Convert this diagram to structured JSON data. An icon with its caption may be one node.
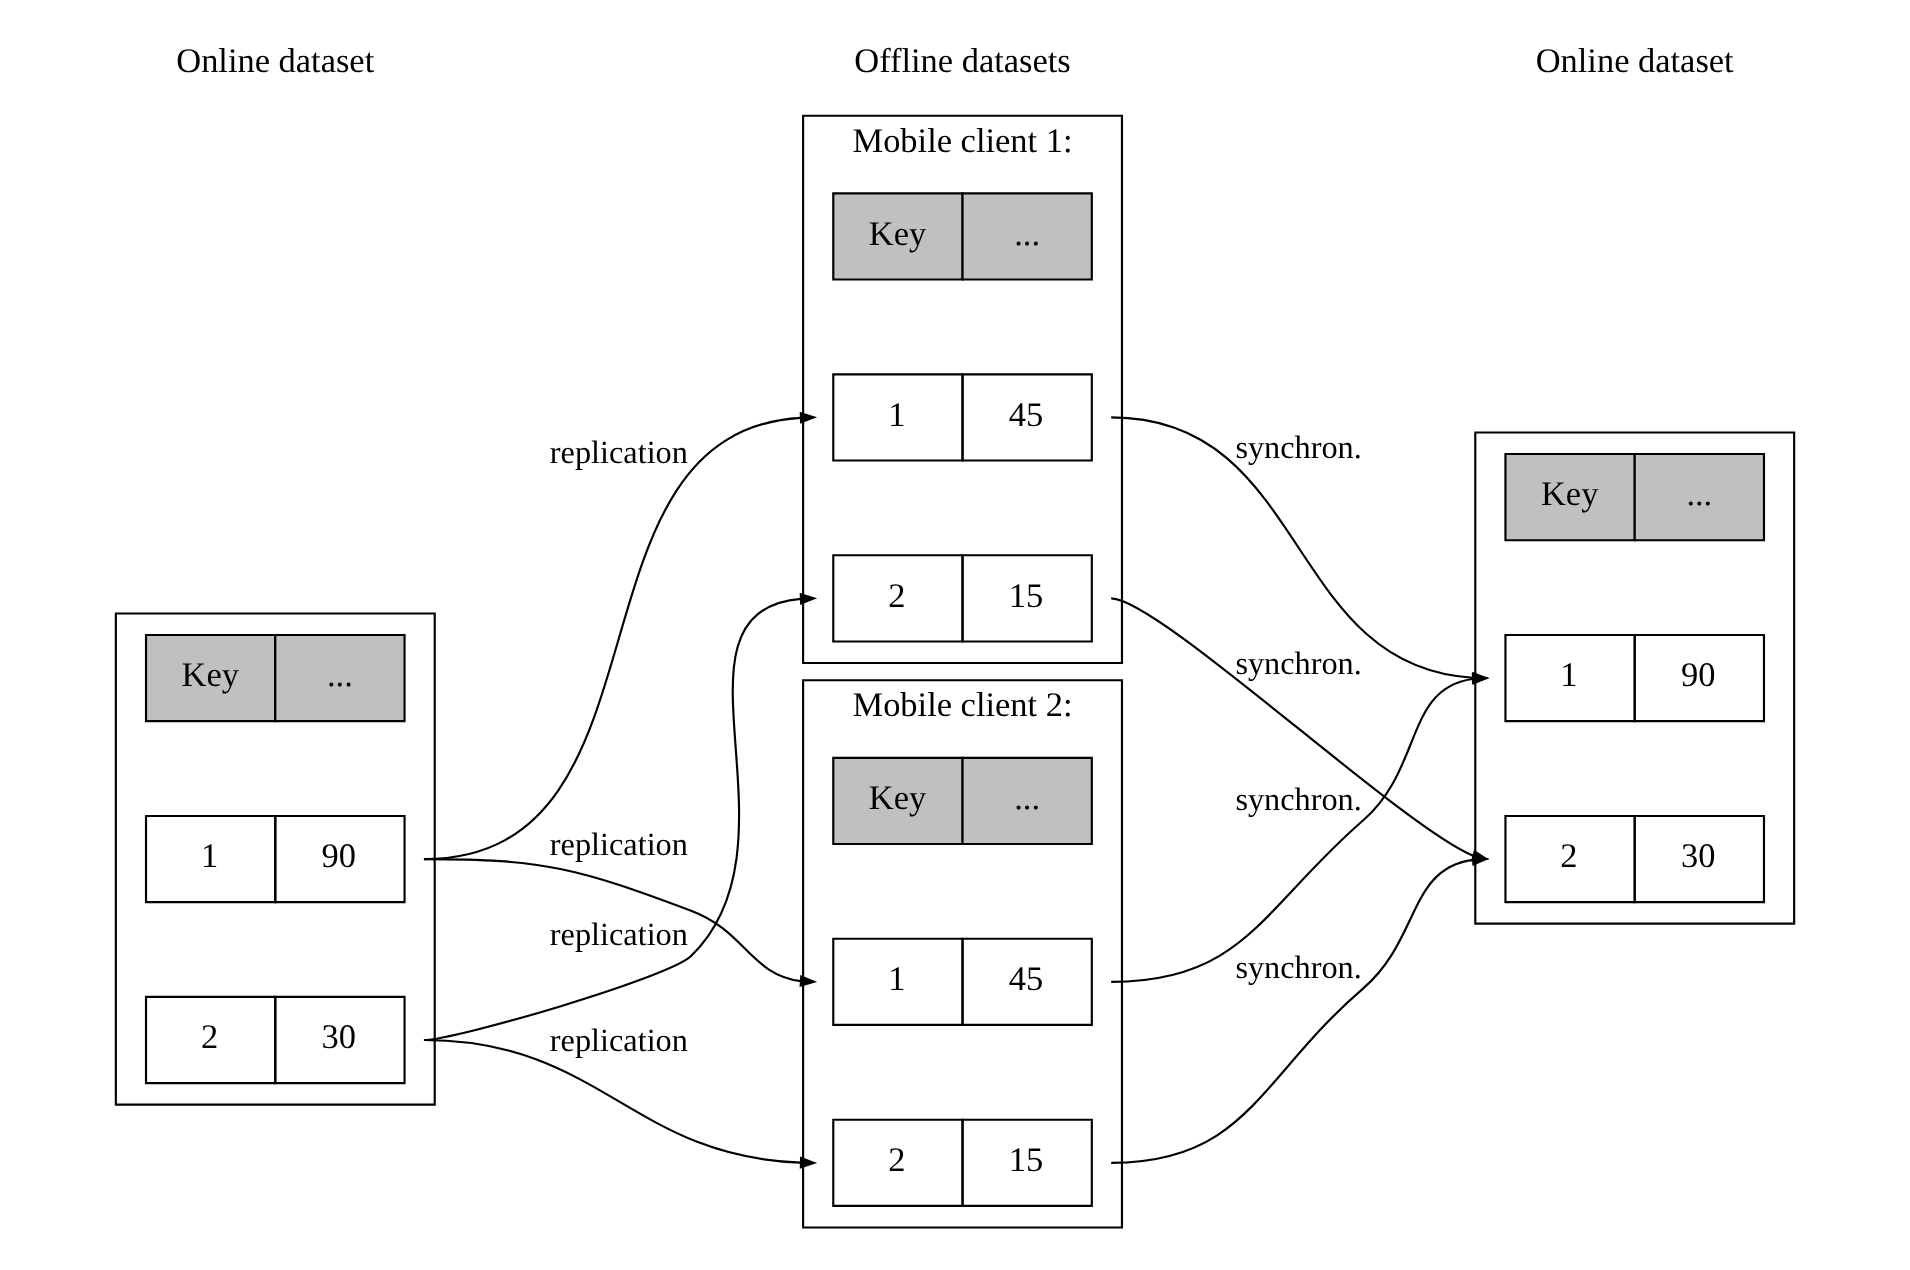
{
  "diagram": {
    "nodes": [
      {
        "text": [],
        "shape": "box"
      },
      {
        "text": [
          "Key",
          "..."
        ],
        "in": 0
      },
      {
        "text": [
          "1",
          "90"
        ],
        "in": 0
      },
      {
        "text": [
          "2",
          "30"
        ],
        "in": 0
      },
      {
        "text": [
          "Mobile client 1:"
        ]
      },
      {
        "text": [
          "Key",
          "..."
        ],
        "in": 4
      },
      {
        "text": [
          "1",
          "45"
        ],
        "in": 4
      },
      {
        "text": [
          "2",
          "15"
        ],
        "in": 4
      },
      {
        "text": [
          "Mobile client 2:"
        ]
      },
      {
        "text": [
          "Key",
          "..."
        ],
        "in": 8
      },
      {
        "text": [
          "1",
          "45"
        ],
        "in": 8
      },
      {
        "text": [
          "2",
          "15"
        ],
        "in": 8
      },
      {
        "text": [],
        "shape": "box"
      },
      {
        "text": [
          "Key",
          "..."
        ],
        "in": 12
      },
      {
        "text": [
          "1",
          "90"
        ],
        "in": 12
      },
      {
        "text": [
          "2",
          "30"
        ],
        "in": 12
      }
    ],
    "edges": [
      {
        "from": 2,
        "to": 6,
        "arrow": "to",
        "label": "replication"
      },
      {
        "from": 3,
        "to": 7,
        "arrow": "to",
        "label": "replication"
      },
      {
        "from": 2,
        "to": 10,
        "arrow": "to",
        "label": "replication"
      },
      {
        "from": 3,
        "to": 11,
        "arrow": "to",
        "label": "replication"
      },
      {
        "from": 6,
        "to": 14,
        "arrow": "to",
        "label": "synchron."
      },
      {
        "from": 7,
        "to": 15,
        "arrow": "to",
        "label": "synchron."
      },
      {
        "from": 10,
        "to": 14,
        "arrow": "to",
        "label": "synchron."
      },
      {
        "from": 11,
        "to": 15,
        "arrow": "to",
        "label": "synchron."
      }
    ],
    "labels": [
      "Online dataset",
      "Offline datasets",
      "Online dataset"
    ]
  }
}
